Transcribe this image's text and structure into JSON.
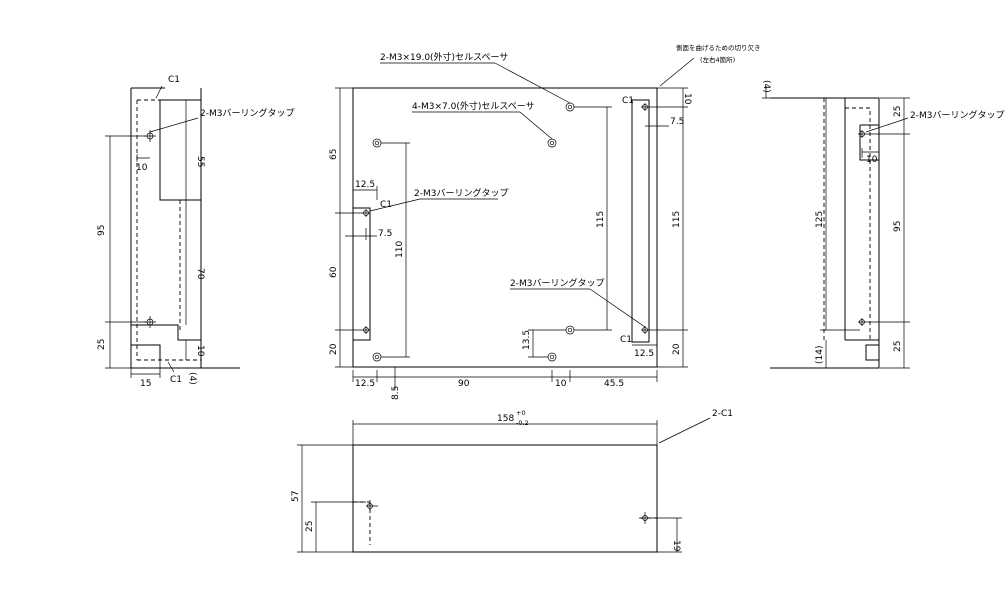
{
  "labels": {
    "c1": "C1",
    "two_c1": "2-C1",
    "tap": "2-M3バーリングタップ",
    "spacer_long": "2-M3×19.0(外寸)セルスペーサ",
    "spacer_short": "4-M3×7.0(外寸)セルスペーサ",
    "note_line1": "側面を曲げるための切り欠き",
    "note_line2": "(左右4箇所)",
    "width_dim": "158",
    "tol_plus": "+0",
    "tol_minus": "-0.2"
  },
  "dims": {
    "left_view": [
      "55",
      "95",
      "70",
      "25",
      "10",
      "10",
      "15",
      "(4)"
    ],
    "front_view": [
      "65",
      "60",
      "20",
      "12.5",
      "7.5",
      "110",
      "115",
      "115",
      "10",
      "7.5",
      "12.5",
      "20",
      "13.5",
      "12.5",
      "90",
      "10",
      "45.5",
      "8.5"
    ],
    "right_view": [
      "(4)",
      "25",
      "10",
      "125",
      "95",
      "(14)",
      "25"
    ],
    "bottom_view": [
      "57",
      "25",
      "19"
    ]
  }
}
